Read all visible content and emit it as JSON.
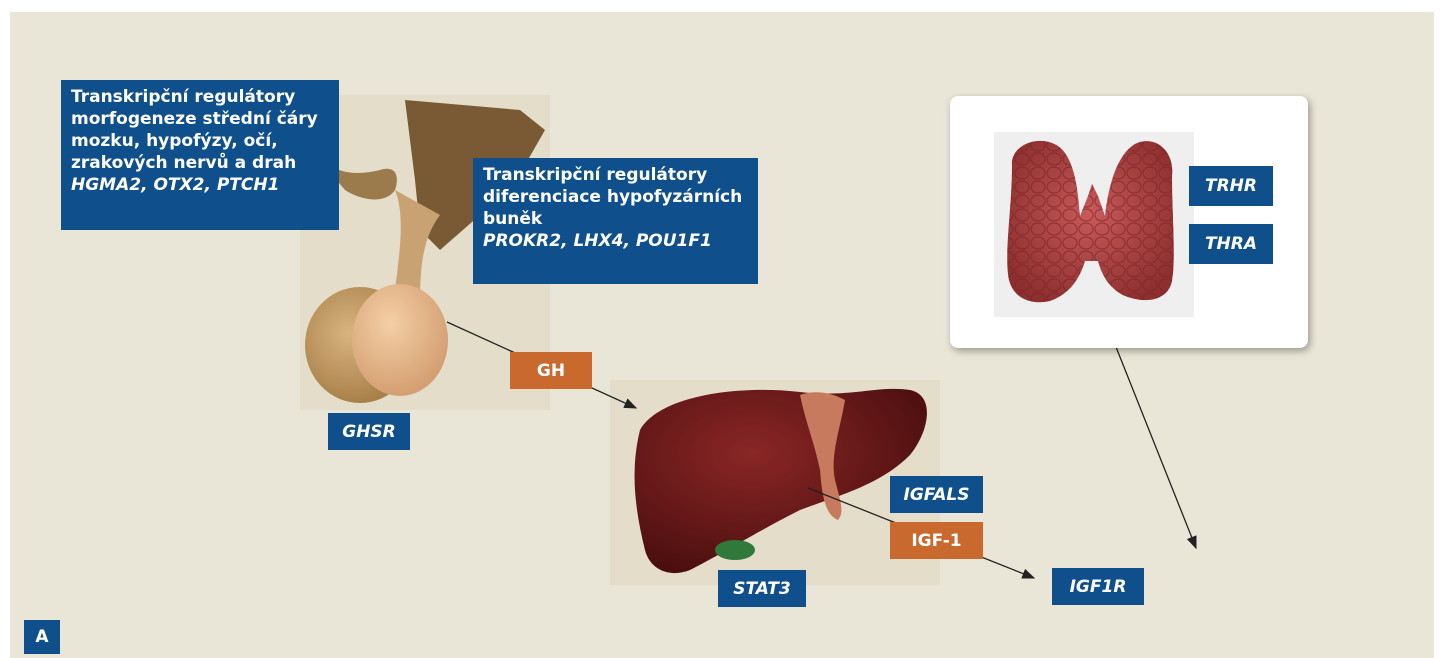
{
  "boxes": {
    "midline": {
      "lines": [
        "Transkripční regulátory",
        "morfogeneze střední čáry",
        "mozku, hypofýzy, očí,",
        "zrakových nervů a drah"
      ],
      "genes": "HGMA2, OTX2, PTCH1"
    },
    "pituitary": {
      "lines": [
        "Transkripční regulátory",
        "diferenciace hypofyzárních",
        "buněk"
      ],
      "genes": "PROKR2, LHX4, POU1F1"
    }
  },
  "tags": {
    "ghsr": "GHSR",
    "gh": "GH",
    "stat3": "STAT3",
    "igfals": "IGFALS",
    "igf1": "IGF-1",
    "igf1r": "IGF1R",
    "trhr": "TRHR",
    "thra": "THRA",
    "panel_letter": "A"
  },
  "colors": {
    "background": "#eae6d7",
    "blue_box": "#0f4f8c",
    "orange_box": "#c9692e"
  },
  "icons": [
    "pituitary-gland-illustration",
    "liver-illustration",
    "thyroid-illustration"
  ]
}
